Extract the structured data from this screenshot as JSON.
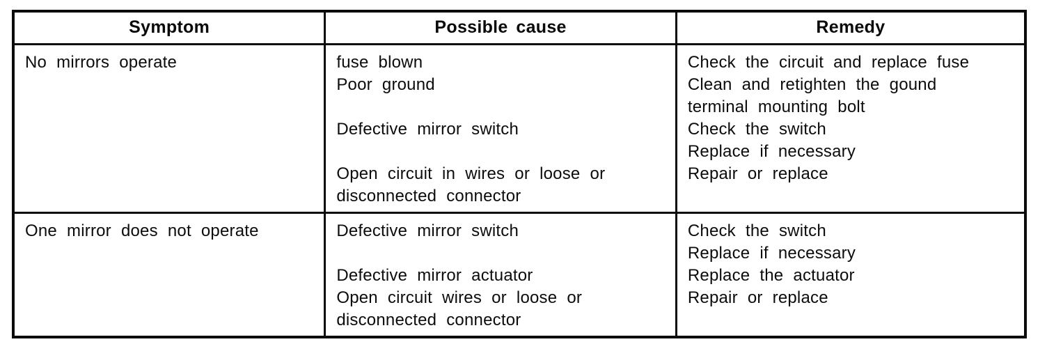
{
  "table": {
    "headers": [
      "Symptom",
      "Possible cause",
      "Remedy"
    ],
    "rows": [
      {
        "symptom": [
          "No mirrors operate"
        ],
        "possible_cause": [
          "fuse blown",
          "Poor ground",
          "",
          "Defective mirror switch",
          "",
          "Open circuit in wires or loose or",
          "disconnected connector"
        ],
        "remedy": [
          "Check the circuit and replace fuse",
          "Clean and retighten the gound",
          "terminal mounting bolt",
          "Check the switch",
          "Replace if necessary",
          "Repair or replace"
        ]
      },
      {
        "symptom": [
          "One mirror does not operate"
        ],
        "possible_cause": [
          "Defective mirror switch",
          "",
          "Defective mirror actuator",
          "Open circuit wires or loose or",
          "disconnected connector"
        ],
        "remedy": [
          "Check the switch",
          "Replace if necessary",
          "Replace the actuator",
          "Repair or replace"
        ]
      }
    ]
  }
}
